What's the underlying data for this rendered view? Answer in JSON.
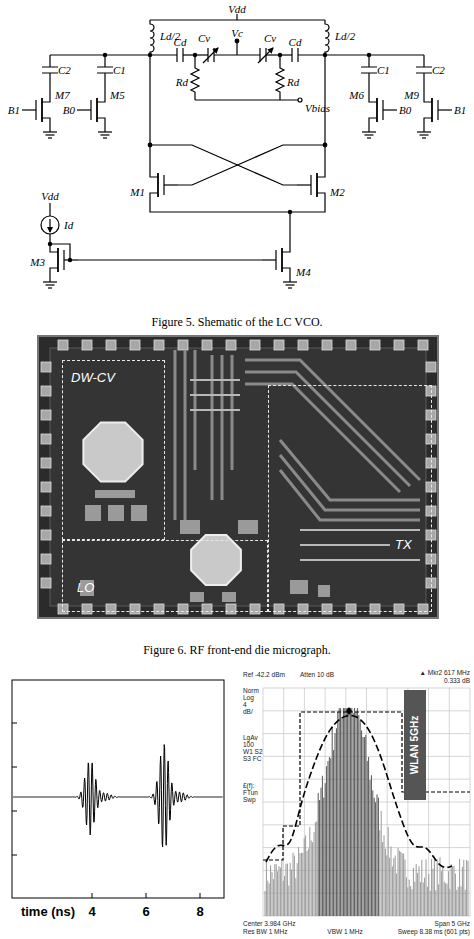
{
  "diagram": {
    "nodes": [
      {
        "text": [
          "DW-CV"
        ]
      },
      {
        "text": [
          "LO"
        ]
      },
      {
        "text": [
          "TX"
        ]
      },
      {
        "text": [
          "WLAN 5GHz"
        ]
      }
    ],
    "labels": [
      "Vdd",
      "Ld/2",
      "Ld/2",
      "Cd",
      "Cv",
      "Vc",
      "Cv",
      "Cd",
      "C2",
      "C1",
      "Rd",
      "Rd",
      "C1",
      "C2",
      "B1",
      "M7",
      "B0",
      "M5",
      "Vbias",
      "M6",
      "B0",
      "M9",
      "B1",
      "M1",
      "M2",
      "Vdd",
      "Id",
      "M3",
      "M4",
      "Figure 5. Shematic of the LC VCO.",
      "Figure 6. RF front-end die micrograph.",
      "4",
      "6",
      "8",
      "time (ns)",
      "Ref -42.2 dBm",
      "Atten 10 dB",
      "▲ Mkr2 617 MHz",
      "0.333 dB",
      "Norm",
      "Log",
      "4",
      "dB/",
      "LgAv",
      "100",
      "W1 S2",
      "S3 FC",
      "£(f):",
      "FTun",
      "Swp",
      "Center 3.984 GHz",
      "Span 5 GHz",
      "Res BW 1 MHz",
      "VBW 1 MHz",
      "Sweep 8.38 ms (601 pts)"
    ]
  }
}
